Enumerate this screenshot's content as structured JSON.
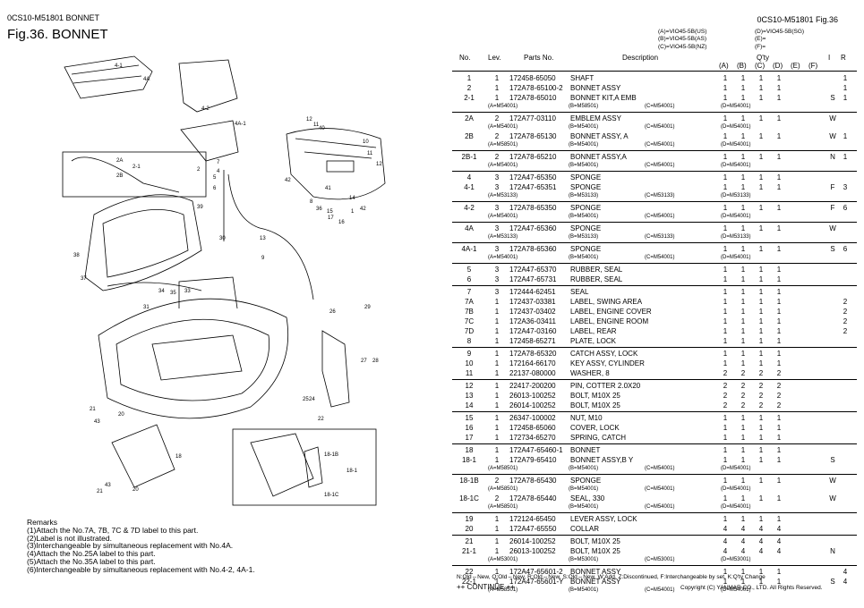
{
  "header": {
    "code": "0CS10-M51801   BONNET",
    "fig_title": "Fig.36.  BONNET",
    "code_right": "0CS10-M51801    Fig.36"
  },
  "legend": {
    "left": [
      "(A)=VIO45-5B(US)",
      "(B)=VIO45-5B(AS)",
      "(C)=VIO45-5B(NZ)"
    ],
    "right": [
      "(D)=VIO45-5B(SG)",
      "(E)=",
      "(F)="
    ]
  },
  "columns": {
    "no": "No.",
    "lev": "Lev.",
    "parts_no": "Parts No.",
    "description": "Description",
    "qty": "Q'ty",
    "qa": "(A)",
    "qb": "(B)",
    "qc": "(C)",
    "qd": "(D)",
    "qe": "(E)",
    "qf": "(F)",
    "i": "I",
    "r": "R"
  },
  "rows": [
    {
      "no": "1",
      "lev": "1",
      "pn": "172458-65050",
      "desc": "SHAFT",
      "q": [
        "1",
        "1",
        "1",
        "1"
      ],
      "i": "",
      "r": "1"
    },
    {
      "no": "2",
      "lev": "1",
      "pn": "172A78-65100-2",
      "desc": "BONNET ASSY",
      "q": [
        "1",
        "1",
        "1",
        "1"
      ],
      "i": "",
      "r": "1"
    },
    {
      "no": "2-1",
      "lev": "1",
      "pn": "172A78-65010",
      "desc": "BONNET KIT,A EMB",
      "q": [
        "1",
        "1",
        "1",
        "1"
      ],
      "i": "S",
      "r": "1",
      "sub": [
        "(A=M54001)",
        "(B=M58501)",
        "(C=M54001)",
        "(D=M54001)"
      ],
      "grp": true
    },
    {
      "no": "2A",
      "lev": "2",
      "pn": "172A77-03110",
      "desc": "EMBLEM ASSY",
      "q": [
        "1",
        "1",
        "1",
        "1"
      ],
      "i": "W",
      "r": "",
      "sub": [
        "(A=M54001)",
        "(B=M54001)",
        "(C=M54001)",
        "(D=M54001)"
      ]
    },
    {
      "no": "2B",
      "lev": "2",
      "pn": "172A78-65130",
      "desc": "BONNET ASSY, A",
      "q": [
        "1",
        "1",
        "1",
        "1"
      ],
      "i": "W",
      "r": "1",
      "grp": true,
      "sub": [
        "(A=M58501)",
        "(B=M54001)",
        "(C=M54001)",
        "(D=M54001)"
      ]
    },
    {
      "no": "2B-1",
      "lev": "2",
      "pn": "172A78-65210",
      "desc": "BONNET ASSY,A",
      "q": [
        "1",
        "1",
        "1",
        "1"
      ],
      "i": "N",
      "r": "1",
      "sub": [
        "(A=M54001)",
        "(B=M54001)",
        "(C=M54001)",
        "(D=M54001)"
      ],
      "grp": true
    },
    {
      "no": "4",
      "lev": "3",
      "pn": "172A47-65350",
      "desc": "SPONGE",
      "q": [
        "1",
        "1",
        "1",
        "1"
      ],
      "i": "",
      "r": ""
    },
    {
      "no": "4-1",
      "lev": "3",
      "pn": "172A47-65351",
      "desc": "SPONGE",
      "q": [
        "1",
        "1",
        "1",
        "1"
      ],
      "i": "F",
      "r": "3",
      "sub": [
        "(A=M53133)",
        "(B=M53133)",
        "(C=M53133)",
        "(D=M53133)"
      ],
      "grp": true
    },
    {
      "no": "4-2",
      "lev": "3",
      "pn": "172A78-65350",
      "desc": "SPONGE",
      "q": [
        "1",
        "1",
        "1",
        "1"
      ],
      "i": "F",
      "r": "6",
      "sub": [
        "(A=M54001)",
        "(B=M54001)",
        "(C=M54001)",
        "(D=M54001)"
      ],
      "grp": true
    },
    {
      "no": "4A",
      "lev": "3",
      "pn": "172A47-65360",
      "desc": "SPONGE",
      "q": [
        "1",
        "1",
        "1",
        "1"
      ],
      "i": "W",
      "r": "",
      "sub": [
        "(A=M53133)",
        "(B=M53133)",
        "(C=M53133)",
        "(D=M53133)"
      ],
      "grp": true
    },
    {
      "no": "4A-1",
      "lev": "3",
      "pn": "172A78-65360",
      "desc": "SPONGE",
      "q": [
        "1",
        "1",
        "1",
        "1"
      ],
      "i": "S",
      "r": "6",
      "sub": [
        "(A=M54001)",
        "(B=M54001)",
        "(C=M54001)",
        "(D=M54001)"
      ],
      "grp": true
    },
    {
      "no": "5",
      "lev": "3",
      "pn": "172A47-65370",
      "desc": "RUBBER, SEAL",
      "q": [
        "1",
        "1",
        "1",
        "1"
      ],
      "i": "",
      "r": ""
    },
    {
      "no": "6",
      "lev": "3",
      "pn": "172A47-65731",
      "desc": "RUBBER, SEAL",
      "q": [
        "1",
        "1",
        "1",
        "1"
      ],
      "i": "",
      "r": "",
      "grp": true
    },
    {
      "no": "7",
      "lev": "3",
      "pn": "172444-62451",
      "desc": "SEAL",
      "q": [
        "1",
        "1",
        "1",
        "1"
      ],
      "i": "",
      "r": ""
    },
    {
      "no": "7A",
      "lev": "1",
      "pn": "172437-03381",
      "desc": "LABEL, SWING AREA",
      "q": [
        "1",
        "1",
        "1",
        "1"
      ],
      "i": "",
      "r": "2"
    },
    {
      "no": "7B",
      "lev": "1",
      "pn": "172437-03402",
      "desc": "LABEL, ENGINE COVER",
      "q": [
        "1",
        "1",
        "1",
        "1"
      ],
      "i": "",
      "r": "2"
    },
    {
      "no": "7C",
      "lev": "1",
      "pn": "172A36-03411",
      "desc": "LABEL, ENGINE ROOM",
      "q": [
        "1",
        "1",
        "1",
        "1"
      ],
      "i": "",
      "r": "2"
    },
    {
      "no": "7D",
      "lev": "1",
      "pn": "172A47-03160",
      "desc": "LABEL, REAR",
      "q": [
        "1",
        "1",
        "1",
        "1"
      ],
      "i": "",
      "r": "2"
    },
    {
      "no": "8",
      "lev": "1",
      "pn": "172458-65271",
      "desc": "PLATE, LOCK",
      "q": [
        "1",
        "1",
        "1",
        "1"
      ],
      "i": "",
      "r": "",
      "grp": true
    },
    {
      "no": "9",
      "lev": "1",
      "pn": "172A78-65320",
      "desc": "CATCH ASSY, LOCK",
      "q": [
        "1",
        "1",
        "1",
        "1"
      ],
      "i": "",
      "r": ""
    },
    {
      "no": "10",
      "lev": "1",
      "pn": "172164-66170",
      "desc": "KEY ASSY, CYLINDER",
      "q": [
        "1",
        "1",
        "1",
        "1"
      ],
      "i": "",
      "r": ""
    },
    {
      "no": "11",
      "lev": "1",
      "pn": "22137-080000",
      "desc": "WASHER, 8",
      "q": [
        "2",
        "2",
        "2",
        "2"
      ],
      "i": "",
      "r": "",
      "grp": true
    },
    {
      "no": "12",
      "lev": "1",
      "pn": "22417-200200",
      "desc": "PIN, COTTER 2.0X20",
      "q": [
        "2",
        "2",
        "2",
        "2"
      ],
      "i": "",
      "r": ""
    },
    {
      "no": "13",
      "lev": "1",
      "pn": "26013-100252",
      "desc": "BOLT, M10X 25",
      "q": [
        "2",
        "2",
        "2",
        "2"
      ],
      "i": "",
      "r": ""
    },
    {
      "no": "14",
      "lev": "1",
      "pn": "26014-100252",
      "desc": "BOLT, M10X 25",
      "q": [
        "2",
        "2",
        "2",
        "2"
      ],
      "i": "",
      "r": "",
      "grp": true
    },
    {
      "no": "15",
      "lev": "1",
      "pn": "26347-100002",
      "desc": "NUT, M10",
      "q": [
        "1",
        "1",
        "1",
        "1"
      ],
      "i": "",
      "r": ""
    },
    {
      "no": "16",
      "lev": "1",
      "pn": "172458-65060",
      "desc": "COVER, LOCK",
      "q": [
        "1",
        "1",
        "1",
        "1"
      ],
      "i": "",
      "r": ""
    },
    {
      "no": "17",
      "lev": "1",
      "pn": "172734-65270",
      "desc": "SPRING, CATCH",
      "q": [
        "1",
        "1",
        "1",
        "1"
      ],
      "i": "",
      "r": "",
      "grp": true
    },
    {
      "no": "18",
      "lev": "1",
      "pn": "172A47-65460-1",
      "desc": "BONNET",
      "q": [
        "1",
        "1",
        "1",
        "1"
      ],
      "i": "",
      "r": ""
    },
    {
      "no": "18-1",
      "lev": "1",
      "pn": "172A79-65410",
      "desc": "BONNET ASSY,B Y",
      "q": [
        "1",
        "1",
        "1",
        "1"
      ],
      "i": "S",
      "r": "",
      "sub": [
        "(A=M58501)",
        "(B=M54001)",
        "(C=M54001)",
        "(D=M54001)"
      ],
      "grp": true
    },
    {
      "no": "18-1B",
      "lev": "2",
      "pn": "172A78-65430",
      "desc": "SPONGE",
      "q": [
        "1",
        "1",
        "1",
        "1"
      ],
      "i": "W",
      "r": "",
      "sub": [
        "(A=M58501)",
        "(B=M54001)",
        "(C=M54001)",
        "(D=M54001)"
      ]
    },
    {
      "no": "18-1C",
      "lev": "2",
      "pn": "172A78-65440",
      "desc": "SEAL, 330",
      "q": [
        "1",
        "1",
        "1",
        "1"
      ],
      "i": "W",
      "r": "",
      "sub": [
        "(A=M58501)",
        "(B=M54001)",
        "(C=M54001)",
        "(D=M54001)"
      ],
      "grp": true
    },
    {
      "no": "19",
      "lev": "1",
      "pn": "172124-65450",
      "desc": "LEVER ASSY, LOCK",
      "q": [
        "1",
        "1",
        "1",
        "1"
      ],
      "i": "",
      "r": ""
    },
    {
      "no": "20",
      "lev": "1",
      "pn": "172A47-65550",
      "desc": "COLLAR",
      "q": [
        "4",
        "4",
        "4",
        "4"
      ],
      "i": "",
      "r": "",
      "grp": true
    },
    {
      "no": "21",
      "lev": "1",
      "pn": "26014-100252",
      "desc": "BOLT, M10X 25",
      "q": [
        "4",
        "4",
        "4",
        "4"
      ],
      "i": "",
      "r": ""
    },
    {
      "no": "21-1",
      "lev": "1",
      "pn": "26013-100252",
      "desc": "BOLT, M10X 25",
      "q": [
        "4",
        "4",
        "4",
        "4"
      ],
      "i": "N",
      "r": "",
      "sub": [
        "(A=M53001)",
        "(B=M53001)",
        "(C=M53001)",
        "(D=M53001)"
      ],
      "grp": true
    },
    {
      "no": "22",
      "lev": "1",
      "pn": "172A47-65601-2",
      "desc": "BONNET ASSY",
      "q": [
        "1",
        "1",
        "1",
        "1"
      ],
      "i": "",
      "r": "4"
    },
    {
      "no": "22-1",
      "lev": "1",
      "pn": "172A47-65601-Y",
      "desc": "BONNET ASSY",
      "q": [
        "1",
        "1",
        "1",
        "1"
      ],
      "i": "S",
      "r": "4",
      "sub": [
        "(A=M58501)",
        "(B=M54001)",
        "(C=M54001)",
        "(D=M54001)"
      ]
    }
  ],
  "remarks": {
    "title": "Remarks",
    "lines": [
      "(1)Attach the No.7A, 7B, 7C & 7D label to this part.",
      "(2)Label is not illustrated.",
      "(3)Interchangeable by simultaneous replacement with No.4A.",
      "(4)Attach the No.25A label to this part.",
      "(5)Attach the No.35A label to this part.",
      "(6)Interchangeable by simultaneous replacement with No.4-2, 4A-1."
    ]
  },
  "footer": {
    "legend": "N:Old⇔New, Q:Old⇔New, R:Old⇔New, S:Old⇔New, W:Add, Z:Discontinued, F:Interchangeable by set, K:Q'ty Change",
    "continue": "++ CONTINUE ++",
    "copyright": "Copyright (C) YANMAR CO., LTD. All Rights Reserved."
  },
  "diagram_labels": [
    "4-1",
    "4A",
    "4-2",
    "4A-1",
    "2A",
    "2-1",
    "2B",
    "2",
    "4",
    "7",
    "5",
    "6",
    "12",
    "11",
    "40",
    "10",
    "11",
    "12",
    "42",
    "41",
    "16",
    "15",
    "1",
    "14",
    "8",
    "36",
    "17",
    "42",
    "39",
    "30",
    "13",
    "9",
    "38",
    "37",
    "34",
    "35",
    "33",
    "31",
    "26",
    "29",
    "27",
    "28",
    "25",
    "24",
    "22",
    "21",
    "43",
    "20",
    "18",
    "18-1B",
    "18-1",
    "18-1C",
    "21",
    "43",
    "20"
  ]
}
